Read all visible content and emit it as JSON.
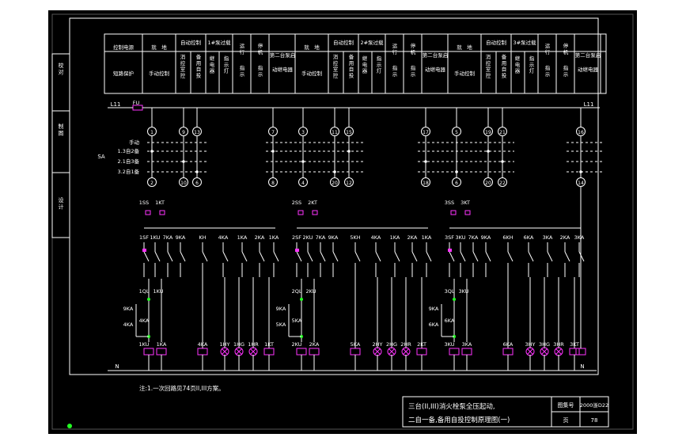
{
  "colors": {
    "background": "#000000",
    "line": "#ffffff",
    "component": "#ff33ff",
    "frame_outer": "#555555",
    "snap_marker": "#22ff22"
  },
  "side_labels": [
    "校对",
    "制图",
    "设计"
  ],
  "header": {
    "col_control_power": [
      "控制电源",
      "短路保护"
    ],
    "pump_groups": [
      {
        "local": [
          "就　地",
          "手动控制"
        ],
        "auto": "自动控制",
        "auto_sub": [
          "消控室控",
          "备用自投"
        ],
        "overload": "1#泵过载",
        "overload_sub": [
          "继电器",
          "指示灯"
        ],
        "running": [
          "运行",
          "指示"
        ],
        "stop": [
          "停机",
          "指示"
        ],
        "second_pump": [
          "第二台泵启",
          "动继电器"
        ]
      },
      {
        "local": [
          "就　地",
          "手动控制"
        ],
        "auto": "自动控制",
        "auto_sub": [
          "消控室控",
          "备用自投"
        ],
        "overload": "2#泵过载",
        "overload_sub": [
          "继电器",
          "指示灯"
        ],
        "running": [
          "运行",
          "指示"
        ],
        "stop": [
          "停机",
          "指示"
        ],
        "second_pump": [
          "第二台泵启",
          "动继电器"
        ]
      },
      {
        "local": [
          "就　地",
          "手动控制"
        ],
        "auto": "自动控制",
        "auto_sub": [
          "消控室控",
          "备用自投"
        ],
        "overload": "3#泵过载",
        "overload_sub": [
          "继电器",
          "指示灯"
        ],
        "running": [
          "运行",
          "指示"
        ],
        "stop": [
          "停机",
          "指示"
        ],
        "second_pump": [
          "第二台泵启",
          "动继电器"
        ]
      }
    ]
  },
  "bus": {
    "left": "L11",
    "fuse": "FU",
    "right": "L11",
    "bottom": "N"
  },
  "selector": {
    "name": "SA",
    "positions": [
      "手动",
      "1.3自2备",
      "2.1自3备",
      "3.2自1备"
    ]
  },
  "terminals": {
    "top": [
      "1",
      "9",
      "13",
      "7",
      "3",
      "11",
      "15",
      "17",
      "5",
      "19",
      "21",
      "16"
    ],
    "bottom": [
      "2",
      "10",
      "6",
      "8",
      "4",
      "20",
      "12",
      "18",
      "6",
      "20",
      "22",
      "14"
    ]
  },
  "groups": [
    {
      "ss": "1SS",
      "ss_kt": "1KT",
      "contacts": [
        "1SF",
        "1KU",
        "7KA",
        "9KA",
        "KH",
        "4KA",
        "1KA",
        "2KA",
        "1KA"
      ],
      "ql": "1QL",
      "ql_ku": "1KU",
      "aux": [
        "9KA",
        "4KA",
        "4KA"
      ],
      "coils": [
        "1KU",
        "1KA"
      ],
      "lamps": [
        "4KA",
        "1HY",
        "1HG",
        "1HR",
        "1KT"
      ]
    },
    {
      "ss": "2SS",
      "ss_kt": "2KT",
      "contacts": [
        "2SF",
        "2KU",
        "7KA",
        "9KA",
        "5KH",
        "4KA",
        "1KA",
        "2KA",
        "1KA"
      ],
      "ql": "2QL",
      "ql_ku": "2KU",
      "aux": [
        "9KA",
        "5KA",
        "5KA"
      ],
      "coils": [
        "2KU",
        "2KA"
      ],
      "lamps": [
        "5KA",
        "2HY",
        "2HG",
        "2HR",
        "2KT"
      ]
    },
    {
      "ss": "3SS",
      "ss_kt": "3KT",
      "contacts": [
        "3SF",
        "3KU",
        "7KA",
        "9KA",
        "6KH",
        "6KA",
        "3KA",
        "2KA",
        "3KA"
      ],
      "ql": "3QL",
      "ql_ku": "3KU",
      "aux": [
        "9KA",
        "6KA",
        "6KA"
      ],
      "coils": [
        "3KU",
        "3KA"
      ],
      "lamps": [
        "6KA",
        "3HY",
        "3HG",
        "3HR",
        "3KT"
      ]
    }
  ],
  "note": "注:1.一次回路见74页II,III方案。",
  "title_block": {
    "title_line1": "三台(II,III)消火栓泵全压起动,",
    "title_line2": "二自一备,备用自投控制原理图(一)",
    "atlas_label": "图集号",
    "atlas_no": "2000浙D22",
    "page_label": "页",
    "page_no": "78"
  }
}
